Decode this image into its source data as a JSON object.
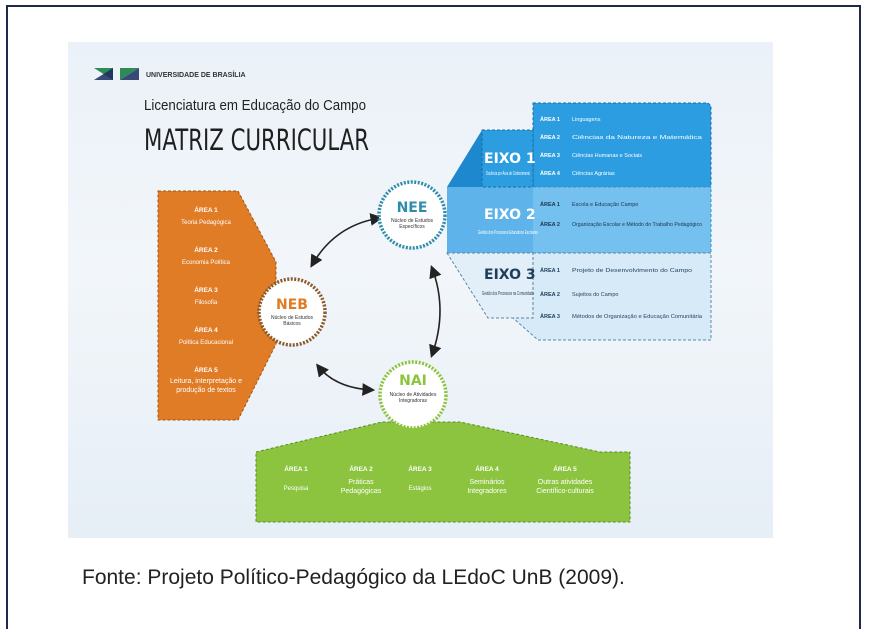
{
  "header": {
    "university": "UNIVERSIDADE DE BRASÍLIA",
    "course": "Licenciatura em Educação do Campo",
    "title": "MATRIZ CURRICULAR"
  },
  "colors": {
    "orange": "#e07b26",
    "green": "#8cc43f",
    "blue_dark": "#2b9de0",
    "blue_mid": "#74c0ee",
    "blue_light": "#d7eaf7",
    "teal": "#2f8cab",
    "brown": "#8a5a2c",
    "logo_green": "#2e8b57",
    "logo_navy": "#1b2a5e"
  },
  "neb": {
    "code": "NEB",
    "name": "Núcleo de Estudos Básicos",
    "areas": [
      {
        "label": "ÁREA 1",
        "name": "Teoria Pedagógica"
      },
      {
        "label": "ÁREA 2",
        "name": "Economia Política"
      },
      {
        "label": "ÁREA 3",
        "name": "Filosofia"
      },
      {
        "label": "ÁREA 4",
        "name": "Política Educacional"
      },
      {
        "label": "ÁREA 5",
        "name": "Leitura, interpretação e produção de textos"
      }
    ]
  },
  "nee": {
    "code": "NEE",
    "name": "Núcleo de Estudos Específicos",
    "eixos": [
      {
        "title": "EIXO 1",
        "desc": "Docência por Área de Conhecimento",
        "areas": [
          {
            "label": "ÁREA 1",
            "name": "Linguagens"
          },
          {
            "label": "ÁREA 2",
            "name": "Ciências da Natureza e Matemática"
          },
          {
            "label": "ÁREA 3",
            "name": "Ciências Humanas e Sociais"
          },
          {
            "label": "ÁREA 4",
            "name": "Ciências Agrárias"
          }
        ]
      },
      {
        "title": "EIXO 2",
        "desc": "Gestão dos Processos Educativos Escolares",
        "areas": [
          {
            "label": "ÁREA 1",
            "name": "Escola e Educação Campo"
          },
          {
            "label": "ÁREA 2",
            "name": "Organização Escolar e Método do Trabalho Pedagógico"
          }
        ]
      },
      {
        "title": "EIXO 3",
        "desc": "Gestão dos Processos na Comunidade",
        "areas": [
          {
            "label": "ÁREA 1",
            "name": "Projeto de Desenvolvimento do Campo"
          },
          {
            "label": "ÁREA 2",
            "name": "Sujeitos do Campo"
          },
          {
            "label": "ÁREA 3",
            "name": "Métodos de Organização e Educação Comunitária"
          }
        ]
      }
    ]
  },
  "nai": {
    "code": "NAI",
    "name": "Núcleo de Atividades Integradoras",
    "areas": [
      {
        "label": "ÁREA 1",
        "name": "Pesquisa"
      },
      {
        "label": "ÁREA 2",
        "name": "Práticas Pedagógicas"
      },
      {
        "label": "ÁREA 3",
        "name": "Estágios"
      },
      {
        "label": "ÁREA 4",
        "name": "Seminários Integradores"
      },
      {
        "label": "ÁREA 5",
        "name": "Outras atividades Científico-culturais"
      }
    ]
  },
  "caption": "Fonte: Projeto Político-Pedagógico da LEdoC UnB (2009)."
}
